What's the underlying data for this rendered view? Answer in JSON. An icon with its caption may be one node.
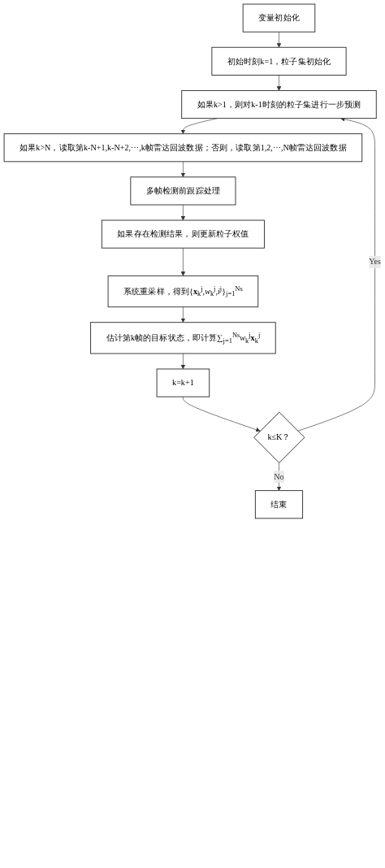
{
  "diagram": {
    "nodes": [
      {
        "text": [
          "变量初始化"
        ]
      },
      {
        "text": [
          "初始时刻k=1，粒子集初始化"
        ]
      },
      {
        "text": [
          "如果k>1，则对k-1时刻的粒子集进行一步预测"
        ]
      },
      {
        "text": [
          "如果k>N，读取第k-N+1,k-N+2,⋯,k帧雷达回波数据；否则，读取第1,2,⋯,N帧雷达回波数据"
        ]
      },
      {
        "text": [
          "多帧检测前跟踪处理"
        ]
      },
      {
        "text": [
          "如果存在检测结果，则更新粒子权值"
        ]
      },
      {
        "text": [
          "系统重采样，得到{**x**$_{k}$$^{j}$,*w*$_{k}$$^{j}$,*i*$^{j}$}$_{j=1}$$^{Ns}$"
        ]
      },
      {
        "text": [
          "估计第k帧的目标状态，即计算∑$_{j=1}$$^{Ns}$*w*$_{k}$$^{j}$**x**$_{k}$$^{j}$"
        ]
      },
      {
        "text": [
          "k=k+1"
        ]
      },
      {
        "text": [
          "k≤K？"
        ]
      },
      {
        "text": [
          "结束"
        ]
      }
    ],
    "edges": [
      {
        "from": 0,
        "to": 1,
        "arrow": "to"
      },
      {
        "from": 1,
        "to": 2,
        "arrow": "to"
      },
      {
        "from": 2,
        "to": 3,
        "arrow": "to"
      },
      {
        "from": 3,
        "to": 4,
        "arrow": "to"
      },
      {
        "from": 4,
        "to": 5,
        "arrow": "to"
      },
      {
        "from": 5,
        "to": 6,
        "arrow": "to"
      },
      {
        "from": 6,
        "to": 7,
        "arrow": "to"
      },
      {
        "from": 7,
        "to": 8,
        "arrow": "to"
      },
      {
        "from": 8,
        "to": 9,
        "arrow": "to"
      },
      {
        "from": 9,
        "to": 2,
        "arrow": "to",
        "label": "Yes"
      },
      {
        "from": 9,
        "to": 10,
        "arrow": "to",
        "label": "No"
      }
    ]
  }
}
